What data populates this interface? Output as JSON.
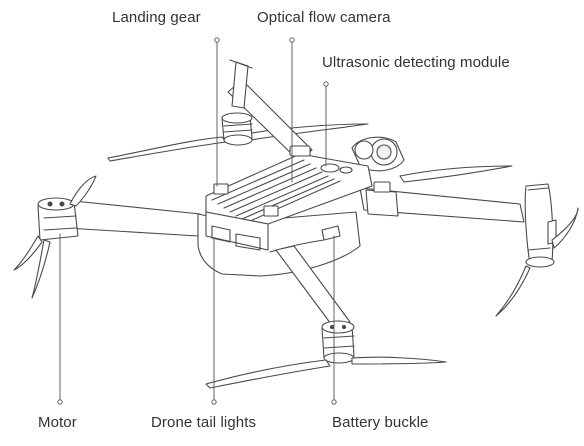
{
  "callouts": {
    "landing_gear": "Landing gear",
    "optical_flow_camera": "Optical flow camera",
    "ultrasonic_module": "Ultrasonic detecting module",
    "motor": "Motor",
    "drone_tail_lights": "Drone tail lights",
    "battery_buckle": "Battery buckle"
  },
  "colors": {
    "outline": "#4a4a4a",
    "leader_line": "#555555",
    "text": "#333333",
    "body_fill": "#ffffff"
  }
}
